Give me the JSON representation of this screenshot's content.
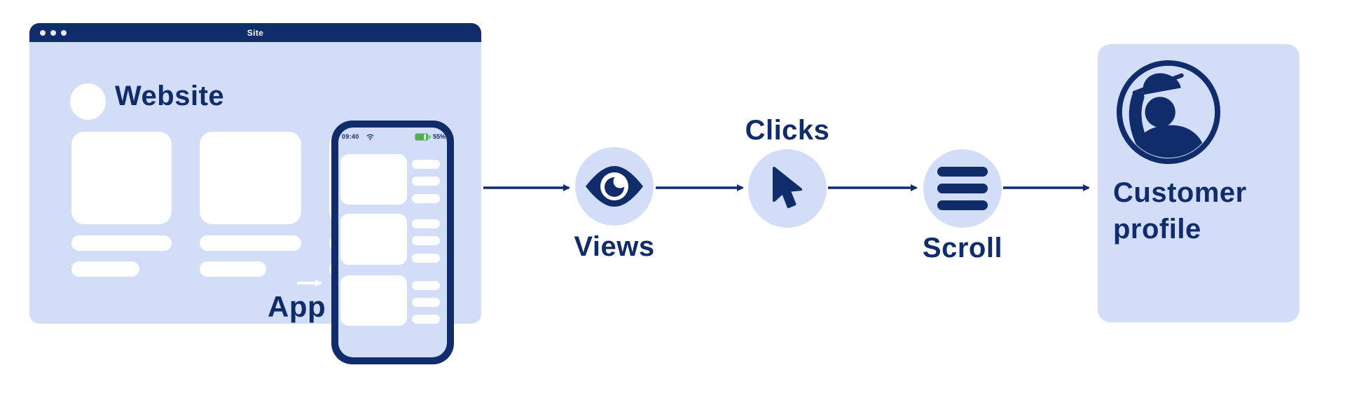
{
  "colors": {
    "navy": "#112c6a",
    "panel_blue": "#d2def8",
    "battery_green": "#4caf50",
    "white": "#ffffff"
  },
  "browser": {
    "title": "Site",
    "site_label": "Website",
    "app_label": "App"
  },
  "phone": {
    "time": "09:40",
    "battery": "55%"
  },
  "flow": {
    "steps": [
      {
        "label": "Views",
        "icon": "eye-icon"
      },
      {
        "label": "Clicks",
        "icon": "cursor-icon"
      },
      {
        "label": "Scroll",
        "icon": "menu-lines-icon"
      }
    ],
    "result": {
      "line1": "Customer",
      "line2": "profile",
      "icon": "customer-avatar-icon"
    }
  }
}
